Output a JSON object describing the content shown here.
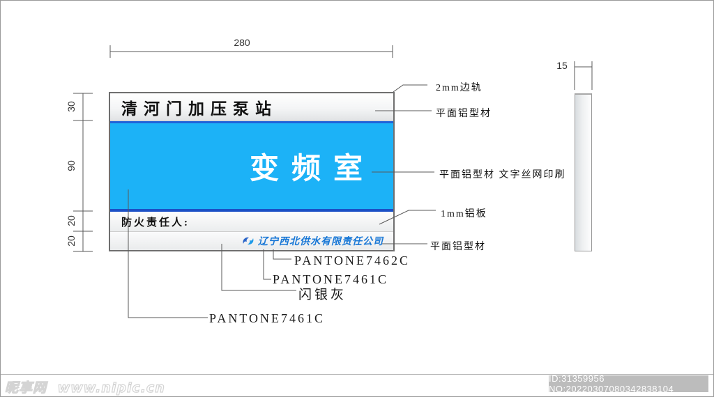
{
  "dimensions": {
    "width": "280",
    "thickness": "15",
    "heights": [
      "30",
      "90",
      "20",
      "20"
    ]
  },
  "sign": {
    "header_text": "清河门加压泵站",
    "main_text": "变频室",
    "fire_label": "防火责任人:",
    "company_name": "辽宁西北供水有限责任公司"
  },
  "callouts": {
    "right": [
      {
        "label": "2mm边轨"
      },
      {
        "label": "平面铝型材"
      },
      {
        "label": "平面铝型材 文字丝网印刷"
      },
      {
        "label": "1mm铝板"
      },
      {
        "label": "平面铝型材"
      }
    ],
    "bottom": [
      {
        "label": "PANTONE7462C"
      },
      {
        "label": "PANTONE7461C"
      },
      {
        "label": "闪银灰"
      },
      {
        "label": "PANTONE7461C"
      }
    ]
  },
  "colors": {
    "sign_blue": "#1CB2F7",
    "sign_blue_border_top": "#2063D8",
    "sign_blue_border_bottom": "#1B50C6",
    "logo_blue": "#1877D6",
    "logo_blue_dark": "#2B65C8",
    "silver_gray": "#E9EBEC",
    "badge_bg": "#BCBCBC"
  },
  "watermark": {
    "site_name": "昵享网",
    "site_url": "www.nipic.cn"
  },
  "footer_badge": {
    "id_text": "ID:31359956 NO:20220307080342838104"
  }
}
